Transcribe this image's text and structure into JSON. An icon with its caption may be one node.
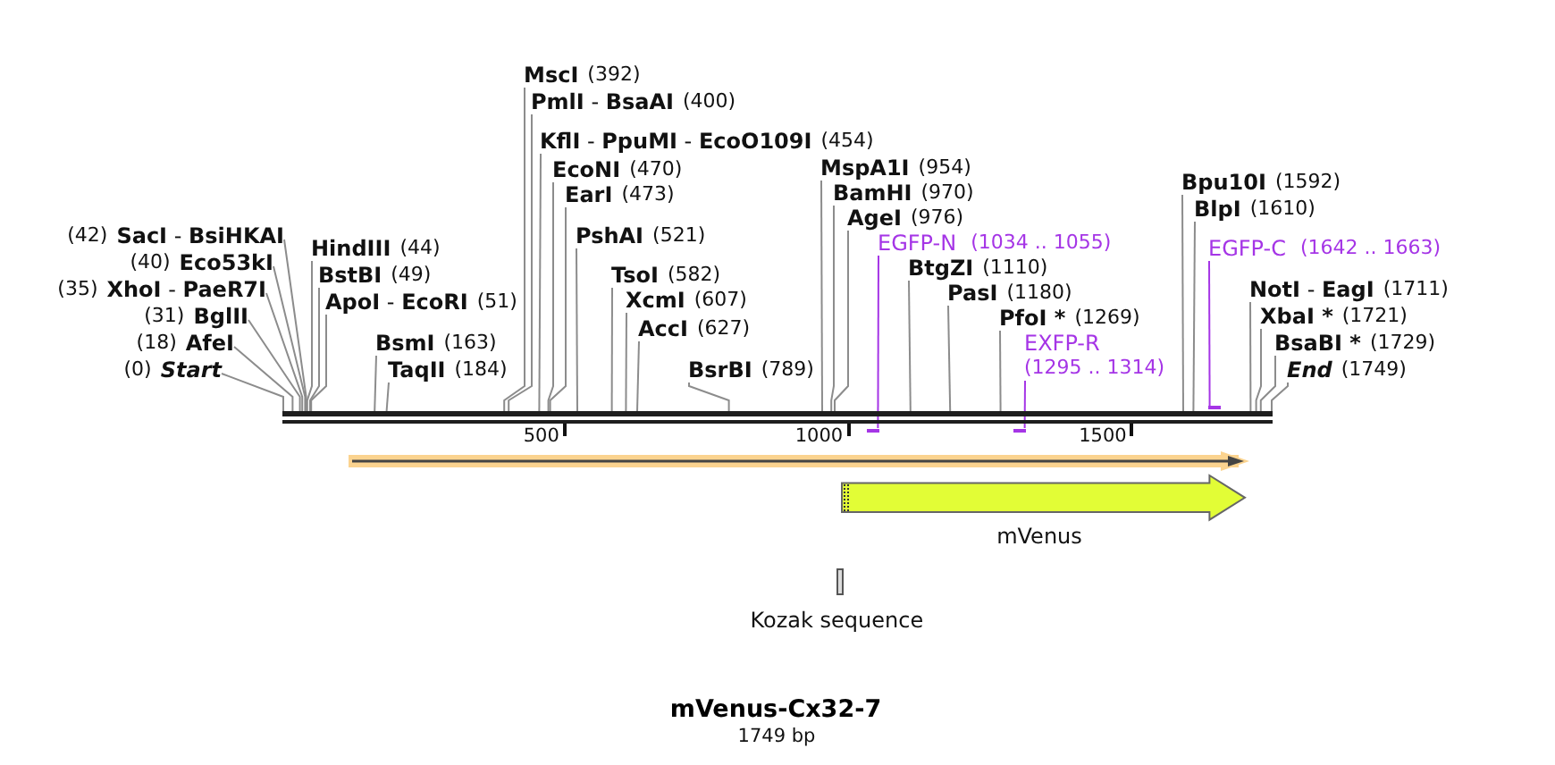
{
  "diagram": {
    "title": "mVenus-Cx32-7",
    "caption": "1749 bp",
    "nodes": [
      {
        "text": [
          "(0)",
          "Start"
        ]
      },
      {
        "text": [
          "(18)",
          "AfeI"
        ]
      },
      {
        "text": [
          "(31)",
          "BglII"
        ]
      },
      {
        "text": [
          "(35)",
          "**XhoI** - **PaeR7I**"
        ]
      },
      {
        "text": [
          "(40)",
          "Eco53kI"
        ]
      },
      {
        "text": [
          "(42)",
          "**SacI** - **BsiHKAI**"
        ]
      },
      {
        "text": [
          "HindIII",
          "(44)"
        ]
      },
      {
        "text": [
          "BstBI",
          "(49)"
        ]
      },
      {
        "text": [
          "**ApoI** - **EcoRI**",
          "(51)"
        ]
      },
      {
        "text": [
          "BsmI",
          "(163)"
        ]
      },
      {
        "text": [
          "TaqII",
          "(184)"
        ]
      },
      {
        "text": [
          "MscI",
          "(392)"
        ]
      },
      {
        "text": [
          "**PmlI** - **BsaAI**",
          "(400)"
        ]
      },
      {
        "text": [
          "**KflI** - **PpuMI** - **EcoO109I**",
          "(454)"
        ]
      },
      {
        "text": [
          "EcoNI",
          "(470)"
        ]
      },
      {
        "text": [
          "EarI",
          "(473)"
        ]
      },
      {
        "text": [
          "PshAI",
          "(521)"
        ]
      },
      {
        "text": [
          "TsoI",
          "(582)"
        ]
      },
      {
        "text": [
          "XcmI",
          "(607)"
        ]
      },
      {
        "text": [
          "AccI",
          "(627)"
        ]
      },
      {
        "text": [
          "BsrBI",
          "(789)"
        ]
      },
      {
        "text": [
          "MspA1I",
          "(954)"
        ]
      },
      {
        "text": [
          "BamHI",
          "(970)"
        ]
      },
      {
        "text": [
          "AgeI",
          "(976)"
        ]
      },
      {
        "text": [
          "EGFP-N",
          "(1034 .. 1055)"
        ]
      },
      {
        "text": [
          "BtgZI",
          "(1110)"
        ]
      },
      {
        "text": [
          "PasI",
          "(1180)"
        ]
      },
      {
        "text": [
          "PfoI *",
          "(1269)"
        ]
      },
      {
        "text": [
          "EXFP-R",
          "(1295 .. 1314)"
        ]
      },
      {
        "text": [
          "Bpu10I",
          "(1592)"
        ]
      },
      {
        "text": [
          "BlpI",
          "(1610)"
        ]
      },
      {
        "text": [
          "EGFP-C",
          "(1642 .. 1663)"
        ]
      },
      {
        "text": [
          "**NotI** - **EagI**",
          "(1711)"
        ]
      },
      {
        "text": [
          "XbaI *",
          "(1721)"
        ]
      },
      {
        "text": [
          "BsaBI *",
          "(1729)"
        ]
      },
      {
        "text": [
          "End",
          "(1749)"
        ]
      },
      {
        "text": [],
        "shape": "bar"
      },
      {
        "text": [],
        "shape": "bar"
      },
      {
        "text": [],
        "shape": "bar"
      },
      {
        "text": [],
        "shape": "bar"
      },
      {
        "text": [],
        "shape": "arrow"
      },
      {
        "text": [
          "mVenus"
        ]
      },
      {
        "text": [
          "Kozak sequence"
        ]
      }
    ],
    "edges": [
      {
        "from": 0,
        "to": 36,
        "arrow": "none"
      },
      {
        "from": 1,
        "to": 36,
        "arrow": "none"
      },
      {
        "from": 2,
        "to": 36,
        "arrow": "none"
      },
      {
        "from": 3,
        "to": 36,
        "arrow": "none"
      },
      {
        "from": 4,
        "to": 36,
        "arrow": "none"
      },
      {
        "from": 5,
        "to": 36,
        "arrow": "none"
      },
      {
        "from": 6,
        "to": 36,
        "arrow": "none"
      },
      {
        "from": 7,
        "to": 36,
        "arrow": "none"
      },
      {
        "from": 8,
        "to": 36,
        "arrow": "none"
      },
      {
        "from": 9,
        "to": 36,
        "arrow": "none"
      },
      {
        "from": 10,
        "to": 36,
        "arrow": "none"
      },
      {
        "from": 11,
        "to": 36,
        "arrow": "none"
      },
      {
        "from": 12,
        "to": 36,
        "arrow": "none"
      },
      {
        "from": 13,
        "to": 36,
        "arrow": "none"
      },
      {
        "from": 14,
        "to": 36,
        "arrow": "none"
      },
      {
        "from": 15,
        "to": 36,
        "arrow": "none"
      },
      {
        "from": 16,
        "to": 36,
        "arrow": "none"
      },
      {
        "from": 17,
        "to": 36,
        "arrow": "none"
      },
      {
        "from": 18,
        "to": 36,
        "arrow": "none"
      },
      {
        "from": 19,
        "to": 36,
        "arrow": "none"
      },
      {
        "from": 20,
        "to": 36,
        "arrow": "none"
      },
      {
        "from": 21,
        "to": 36,
        "arrow": "none"
      },
      {
        "from": 22,
        "to": 36,
        "arrow": "none"
      },
      {
        "from": 23,
        "to": 36,
        "arrow": "none"
      },
      {
        "from": 24,
        "to": 37,
        "arrow": "none",
        "color": "#a535e6"
      },
      {
        "from": 25,
        "to": 36,
        "arrow": "none"
      },
      {
        "from": 26,
        "to": 36,
        "arrow": "none"
      },
      {
        "from": 27,
        "to": 36,
        "arrow": "none"
      },
      {
        "from": 28,
        "to": 38,
        "arrow": "none",
        "color": "#a535e6"
      },
      {
        "from": 29,
        "to": 36,
        "arrow": "none"
      },
      {
        "from": 30,
        "to": 36,
        "arrow": "none"
      },
      {
        "from": 31,
        "to": 39,
        "arrow": "none",
        "color": "#a535e6"
      },
      {
        "from": 32,
        "to": 36,
        "arrow": "none"
      },
      {
        "from": 33,
        "to": 36,
        "arrow": "none"
      },
      {
        "from": 34,
        "to": 36,
        "arrow": "none"
      },
      {
        "from": 35,
        "to": 36,
        "arrow": "none"
      }
    ],
    "labels": [
      "500",
      "1000",
      "1500"
    ]
  }
}
